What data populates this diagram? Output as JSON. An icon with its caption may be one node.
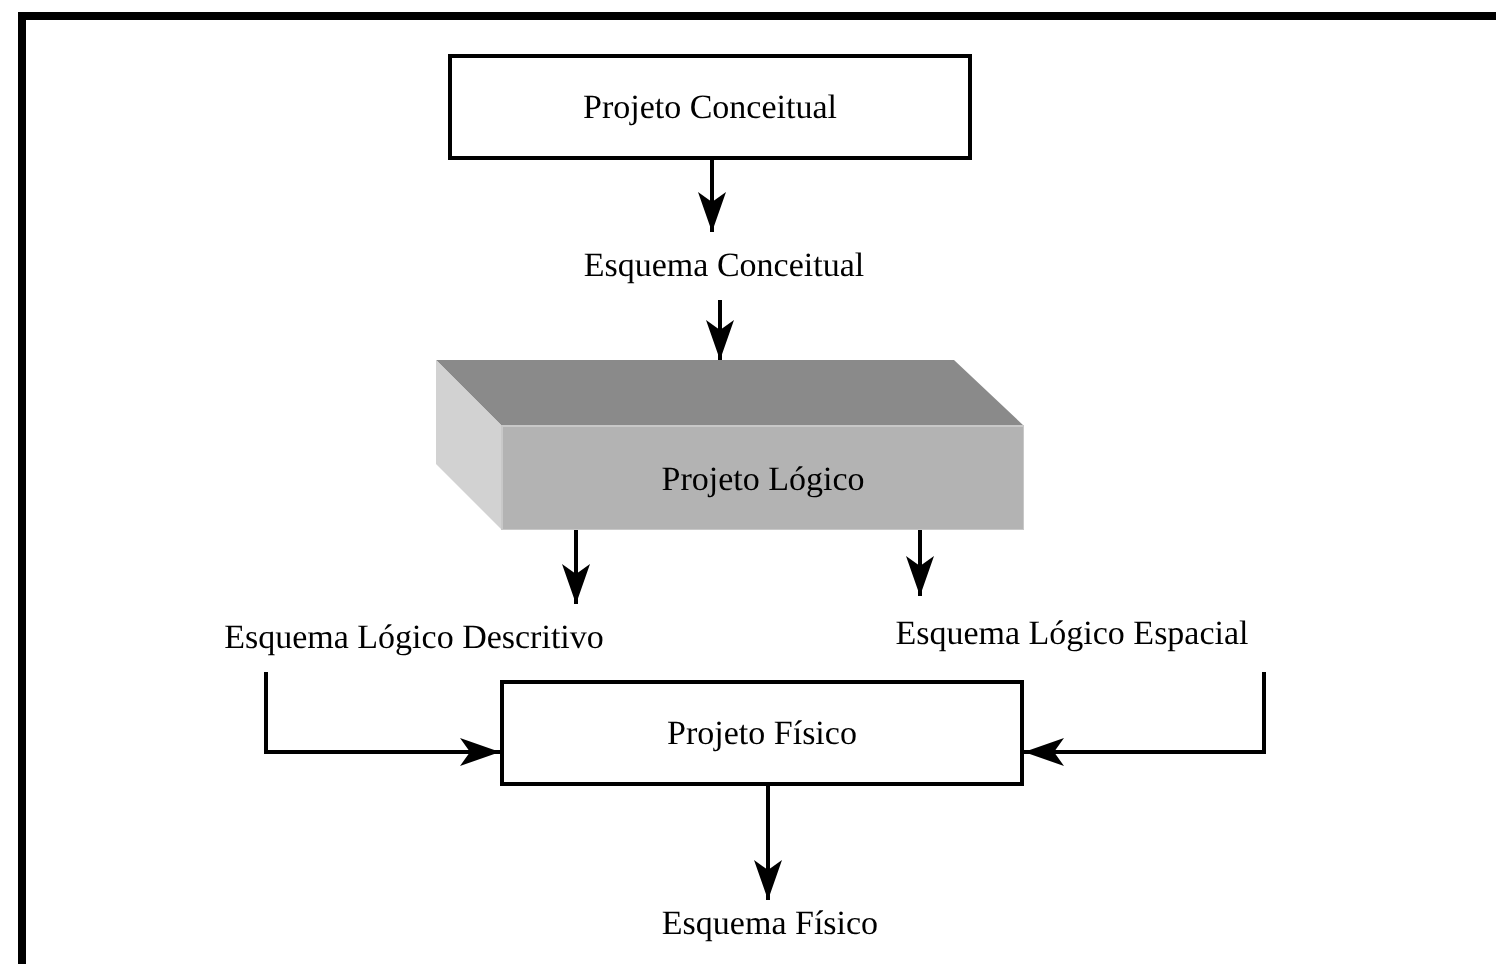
{
  "diagram": {
    "nodes": [
      {
        "text": [
          "Projeto Conceitual"
        ]
      },
      {
        "text": [
          "Esquema Conceitual"
        ]
      },
      {
        "text": [
          "Projeto Lógico"
        ]
      },
      {
        "text": [
          "Esquema Lógico Descritivo"
        ]
      },
      {
        "text": [
          "Esquema Lógico Espacial"
        ]
      },
      {
        "text": [
          "Projeto Físico"
        ]
      },
      {
        "text": [
          "Esquema Físico"
        ]
      }
    ],
    "edges": [
      {
        "from": 0,
        "to": 1,
        "arrow": "to"
      },
      {
        "from": 1,
        "to": 2,
        "arrow": "to"
      },
      {
        "from": 2,
        "to": 3,
        "arrow": "to"
      },
      {
        "from": 2,
        "to": 4,
        "arrow": "to"
      },
      {
        "from": 3,
        "to": 5,
        "arrow": "to"
      },
      {
        "from": 4,
        "to": 5,
        "arrow": "to"
      },
      {
        "from": 5,
        "to": 6,
        "arrow": "to"
      }
    ]
  }
}
